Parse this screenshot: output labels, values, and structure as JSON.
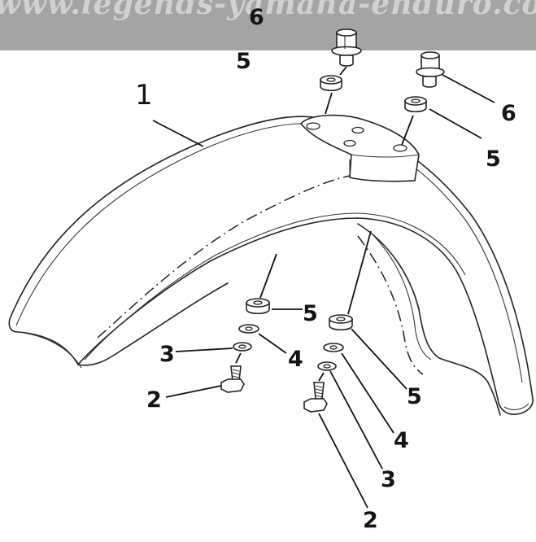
{
  "watermark": {
    "text": "www.legends-yamaha-enduro.com"
  },
  "callouts": {
    "fender": "1",
    "bolt_left": "2",
    "bolt_right": "2",
    "washer_left": "3",
    "washer_right": "3",
    "lockwasher_left": "4",
    "lockwasher_right": "4",
    "grommet_top_left": "5",
    "grommet_top_right": "5",
    "grommet_bottom_left": "5",
    "grommet_bottom_right": "5",
    "collar_top_left": "6",
    "collar_top_right": "6"
  },
  "colors": {
    "banner": "#a4a4a4",
    "line": "#222222"
  }
}
